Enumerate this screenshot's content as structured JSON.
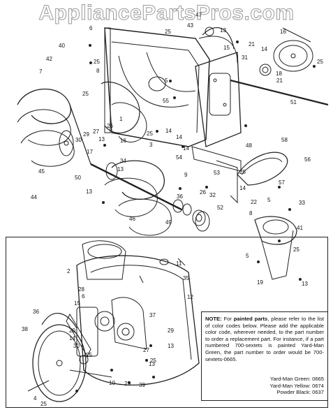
{
  "watermark": "AppliancePartsPros.com",
  "note": {
    "prefix": "NOTE:",
    "lead": "For",
    "emphasis": "painted parts",
    "body": ", please refer to the list of color codes below. Please add the applicable color code, wherever needed, to the part number to order a replacement part. For instance, if a part numbered 700-sextets is painted Yard-Man Green, the part number to order would be 700-sextets-0665.",
    "color_codes": [
      "Yard-Man Green: 0665",
      "Yard-Man Yellow: 0674",
      "Powder Black: 0637"
    ]
  },
  "callouts": [
    "47",
    "6",
    "25",
    "43",
    "13",
    "16",
    "40",
    "21",
    "42",
    "15",
    "25",
    "25",
    "8",
    "31",
    "7",
    "14",
    "18",
    "21",
    "51",
    "5",
    "25",
    "55",
    "26",
    "14",
    "1",
    "27",
    "13",
    "29",
    "30",
    "16",
    "3",
    "25",
    "14",
    "17",
    "48",
    "14",
    "58",
    "45",
    "50",
    "34",
    "13",
    "54",
    "53",
    "9",
    "25",
    "56",
    "44",
    "14",
    "57",
    "36",
    "26",
    "5",
    "33",
    "13",
    "22",
    "32",
    "52",
    "46",
    "49",
    "8",
    "41",
    "25",
    "5",
    "19",
    "13",
    "11",
    "35",
    "2",
    "28",
    "12",
    "15",
    "37",
    "6",
    "36",
    "38",
    "20",
    "14",
    "29",
    "30",
    "13",
    "27",
    "25",
    "10",
    "23",
    "39",
    "4",
    "25",
    "13",
    "25"
  ]
}
